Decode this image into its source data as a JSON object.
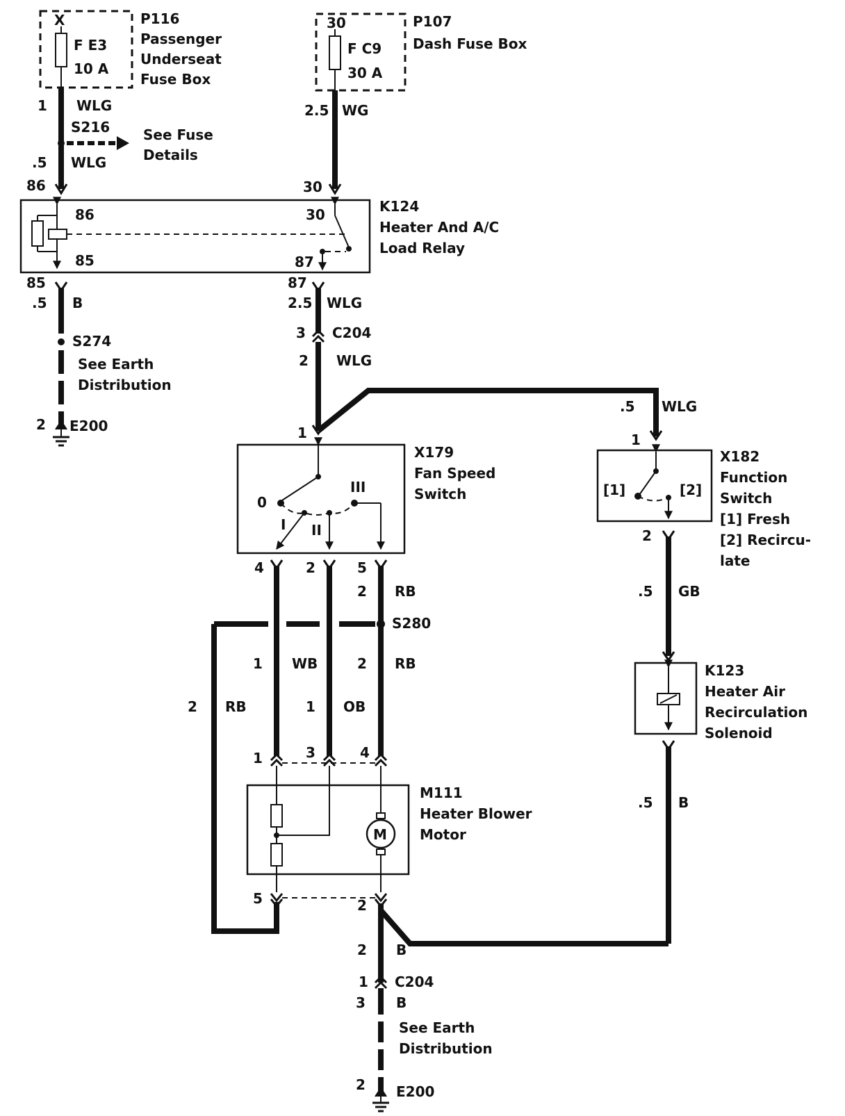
{
  "fuse_p116": {
    "terminal": "X",
    "fuse_id": "F E3",
    "rating": "10 A",
    "id": "P116",
    "name_line1": "Passenger",
    "name_line2": "Underseat",
    "name_line3": "Fuse Box"
  },
  "fuse_p107": {
    "terminal": "30",
    "fuse_id": "F C9",
    "rating": "30 A",
    "id": "P107",
    "name": "Dash Fuse Box"
  },
  "wire_p116_out": {
    "size": "1",
    "color": "WLG"
  },
  "splice_s216": {
    "id": "S216",
    "note_line1": "See Fuse",
    "note_line2": "Details"
  },
  "wire_s216_to_relay": {
    "size": ".5",
    "color": "WLG",
    "pin": "86"
  },
  "wire_p107_out": {
    "size": "2.5",
    "color": "WG",
    "pin": "30"
  },
  "relay_k124": {
    "id": "K124",
    "name_line1": "Heater And A/C",
    "name_line2": "Load Relay",
    "pin_86": "86",
    "pin_85": "85",
    "pin_30": "30",
    "pin_87": "87"
  },
  "wire_relay_85": {
    "pin": "85",
    "size": ".5",
    "color": "B"
  },
  "splice_s274": {
    "id": "S274",
    "note_line1": "See Earth",
    "note_line2": "Distribution"
  },
  "earth_top": {
    "pin": "2",
    "id": "E200"
  },
  "wire_relay_87": {
    "pin": "87",
    "size": "2.5",
    "color": "WLG"
  },
  "connector_c204_upper": {
    "pin": "3",
    "id": "C204"
  },
  "wire_c204_to_fan": {
    "size": "2",
    "color": "WLG"
  },
  "wire_to_function": {
    "size": ".5",
    "color": "WLG"
  },
  "switch_x179": {
    "id": "X179",
    "name_line1": "Fan Speed",
    "name_line2": "Switch",
    "pin_in": "1",
    "pos_0": "0",
    "pos_1": "I",
    "pos_2": "II",
    "pos_3": "III",
    "pin_4": "4",
    "pin_2": "2",
    "pin_5": "5"
  },
  "switch_x182": {
    "id": "X182",
    "name_line1": "Function",
    "name_line2": "Switch",
    "legend_1": "[1]  Fresh",
    "legend_2": "[2]  Recircu-",
    "legend_2b": "late",
    "pos_1": "[1]",
    "pos_2": "[2]",
    "pin_in": "1",
    "pin_out": "2"
  },
  "wire_fan_pin5": {
    "size": "2",
    "color": "RB"
  },
  "splice_s280": {
    "id": "S280"
  },
  "wire_fan_pin4": {
    "size": "1",
    "color": "WB"
  },
  "wire_fan_pin2": {
    "size": "1",
    "color": "OB"
  },
  "wire_s280_to_motor": {
    "size": "2",
    "color": "RB"
  },
  "wire_s280_loop": {
    "size": "2",
    "color": "RB"
  },
  "wire_function_out": {
    "size": ".5",
    "color": "GB"
  },
  "solenoid_k123": {
    "id": "K123",
    "name_line1": "Heater Air",
    "name_line2": "Recirculation",
    "name_line3": "Solenoid"
  },
  "wire_solenoid_out": {
    "size": ".5",
    "color": "B"
  },
  "motor_m111": {
    "id": "M111",
    "name_line1": "Heater Blower",
    "name_line2": "Motor",
    "symbol": "M",
    "pin_1": "1",
    "pin_3": "3",
    "pin_4": "4",
    "pin_5": "5",
    "pin_2": "2"
  },
  "wire_motor_earth": {
    "size": "2",
    "color": "B"
  },
  "connector_c204_lower": {
    "pin_a": "1",
    "id": "C204",
    "pin_b": "3",
    "color": "B"
  },
  "earth_bottom_note": {
    "line1": "See Earth",
    "line2": "Distribution"
  },
  "earth_bottom": {
    "pin": "2",
    "id": "E200"
  }
}
